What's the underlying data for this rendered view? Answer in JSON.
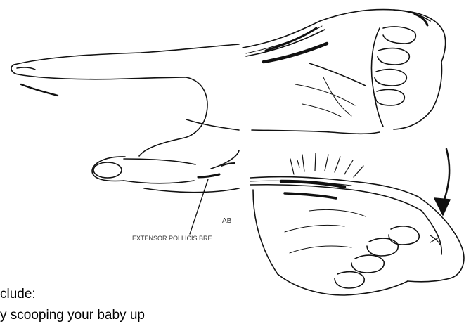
{
  "figure": {
    "left_caption_ab": "AB",
    "left_caption_epb": "EXTENSOR POLLICIS BRE"
  },
  "body": {
    "line1": "clude:",
    "line2": "y scooping your baby up"
  }
}
